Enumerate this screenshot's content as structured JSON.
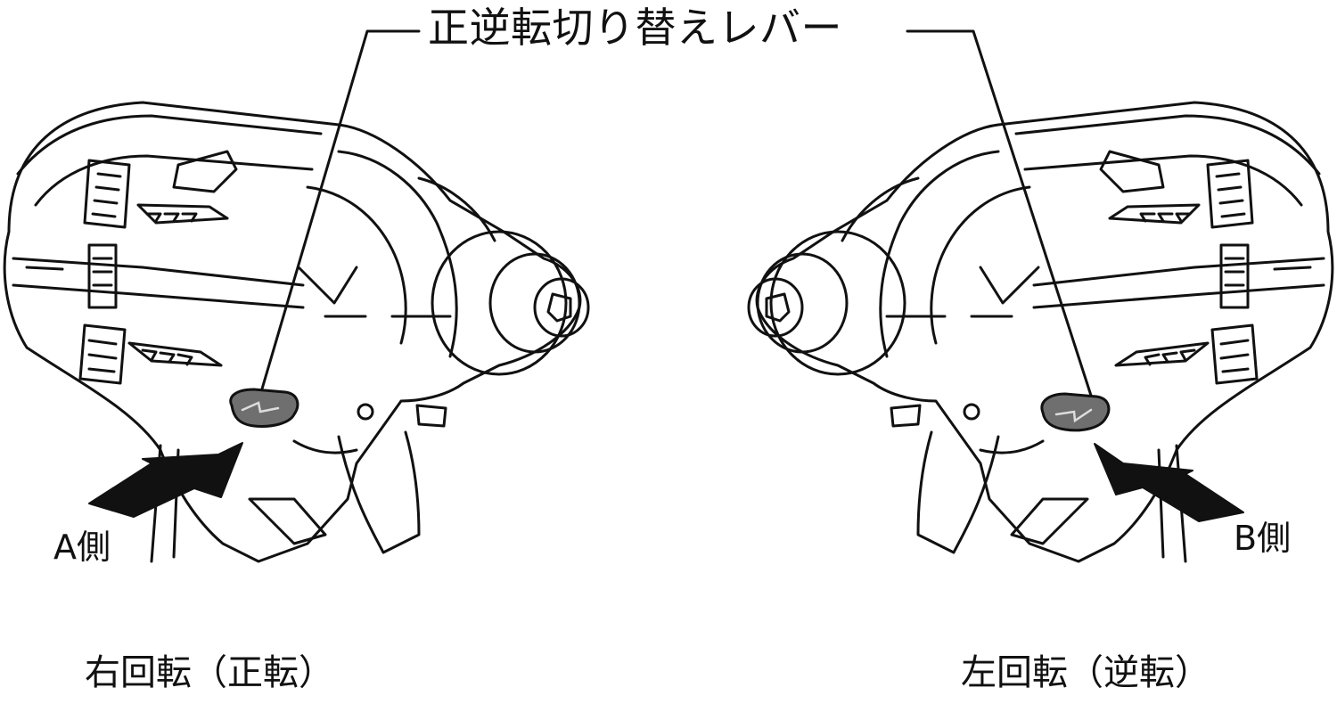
{
  "diagram": {
    "title": "正逆転切り替えレバー",
    "left_tool": {
      "side_label": "A側",
      "caption": "右回転（正転）"
    },
    "right_tool": {
      "side_label": "B側",
      "caption": "左回転（逆転）"
    },
    "colors": {
      "line": "#111111",
      "arrow": "#111111",
      "lever": "#6f6f6f",
      "background": "#ffffff"
    },
    "icons": {
      "left_tool": "impact-driver-icon",
      "right_tool": "impact-driver-icon",
      "lever": "rotation-lever-icon"
    }
  }
}
